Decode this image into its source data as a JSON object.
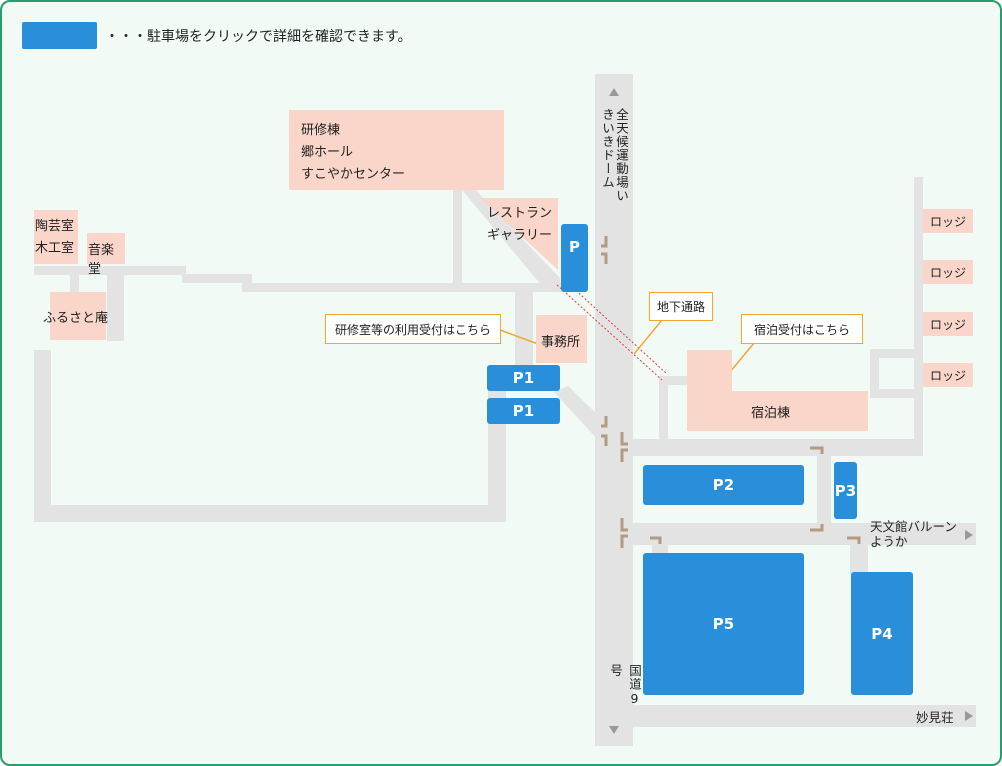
{
  "legend": {
    "text": "・・・駐車場をクリックで詳細を確認できます。",
    "swatch_color": "#2a8fdb"
  },
  "buildings": {
    "kenshu": [
      "研修棟",
      "郷ホール",
      "すこやかセンター"
    ],
    "tougei": [
      "陶芸室",
      "木工室"
    ],
    "ongaku": "音楽堂",
    "furusato": "ふるさと庵",
    "restaurant": [
      "レストラン",
      "ギャラリー"
    ],
    "jimusho": "事務所",
    "shukuhaku": "宿泊棟",
    "lodges": [
      "ロッジ",
      "ロッジ",
      "ロッジ",
      "ロッジ"
    ]
  },
  "dome": "全天候運動場いきいきドーム",
  "route": "国道9号",
  "destinations": {
    "tenbunkan": [
      "天文館バルーン",
      "ようか"
    ],
    "myokenso": "妙見荘"
  },
  "callouts": {
    "kenshu_reception": "研修室等の利用受付はこちら",
    "underground": "地下通路",
    "lodging_reception": "宿泊受付はこちら"
  },
  "parking": {
    "p_small": "P",
    "p1a": "P1",
    "p1b": "P1",
    "p2": "P2",
    "p3": "P3",
    "p4": "P4",
    "p5": "P5"
  },
  "colors": {
    "parking": "#2a8fdb",
    "building": "#f9d5ca",
    "road": "#e3e3e3",
    "border": "#2a9d6f",
    "callout_border": "#f0a830",
    "entrance": "#b59a82"
  }
}
